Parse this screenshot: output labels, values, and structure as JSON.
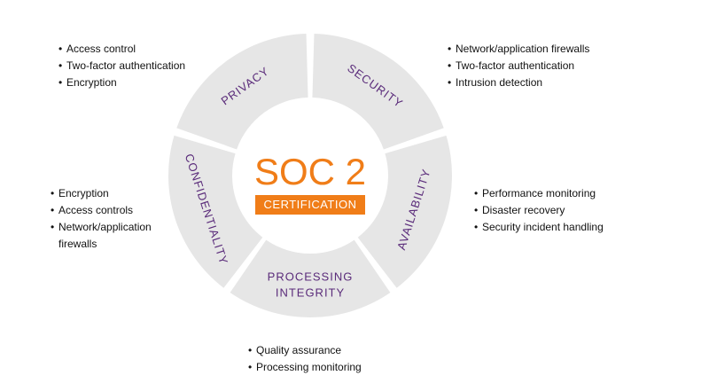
{
  "center": {
    "title": "SOC 2",
    "badge": "CERTIFICATION"
  },
  "colors": {
    "accent": "#f07d18",
    "segment_fill": "#e6e6e6",
    "segment_text": "#5a2b7a"
  },
  "segments": [
    {
      "id": "privacy",
      "label": "PRIVACY",
      "items": [
        "Access control",
        "Two-factor authentication",
        "Encryption"
      ]
    },
    {
      "id": "security",
      "label": "SECURITY",
      "items": [
        "Network/application firewalls",
        "Two-factor authentication",
        "Intrusion detection"
      ]
    },
    {
      "id": "availability",
      "label": "AVAILABILITY",
      "items": [
        "Performance monitoring",
        "Disaster recovery",
        "Security incident handling"
      ]
    },
    {
      "id": "processing-integrity",
      "label_lines": [
        "PROCESSING",
        "INTEGRITY"
      ],
      "items": [
        "Quality assurance",
        "Processing monitoring"
      ]
    },
    {
      "id": "confidentiality",
      "label": "CONFIDENTIALITY",
      "items": [
        "Encryption",
        "Access controls",
        "Network/application",
        "firewalls"
      ]
    }
  ]
}
